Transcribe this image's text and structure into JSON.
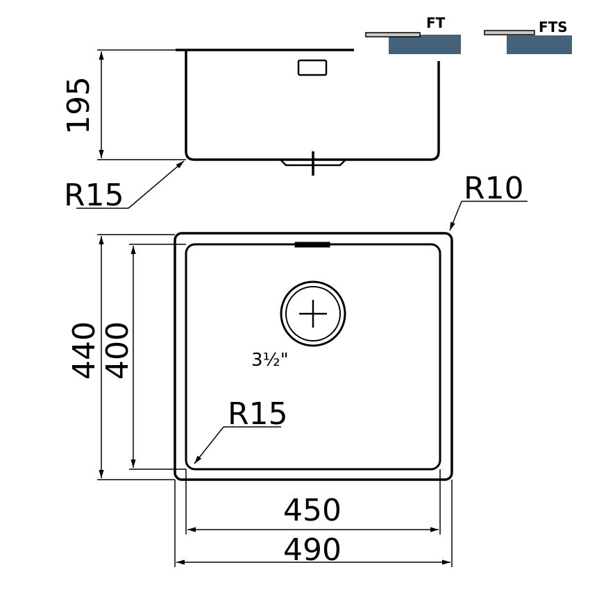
{
  "mount_types": {
    "ft": "FT",
    "fts": "FTS",
    "countertop_color": "#46627a",
    "edge_color": "#c8c8c8"
  },
  "side_view": {
    "depth": "195",
    "radius": "R15"
  },
  "top_view": {
    "outer_radius": "R10",
    "inner_radius": "R15",
    "drain_size": "3½\"",
    "outer_depth": "440",
    "inner_depth": "400",
    "inner_width": "450",
    "outer_width": "490"
  }
}
